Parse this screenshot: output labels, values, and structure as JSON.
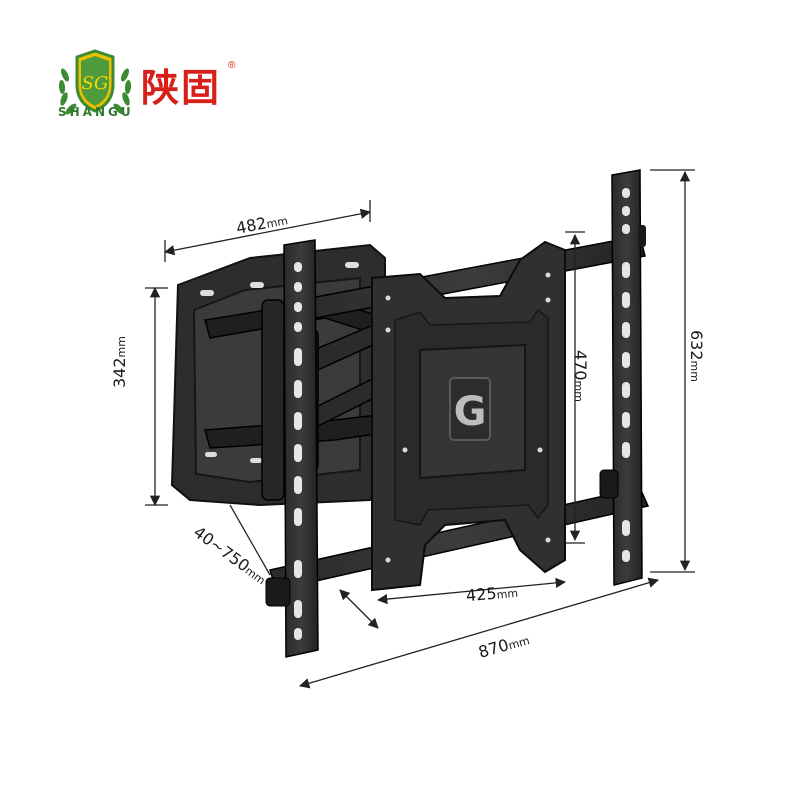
{
  "brand": {
    "name_cn": "陕固",
    "name_en": "SHANGU",
    "registered_mark": "®",
    "shield_letters": "SG",
    "accent_color": "#d7201a",
    "leaf_color": "#3c8a33"
  },
  "plate_logo_letter": "G",
  "dimensions": {
    "top_arm_width": {
      "value": "482",
      "unit": "mm"
    },
    "wall_plate_height": {
      "value": "342",
      "unit": "mm"
    },
    "extension": {
      "value": "40~750",
      "unit": "mm"
    },
    "vesa_width": {
      "value": "425",
      "unit": "mm"
    },
    "vesa_height": {
      "value": "470",
      "unit": "mm"
    },
    "overall_width": {
      "value": "870",
      "unit": "mm"
    },
    "overall_height": {
      "value": "632",
      "unit": "mm"
    }
  }
}
